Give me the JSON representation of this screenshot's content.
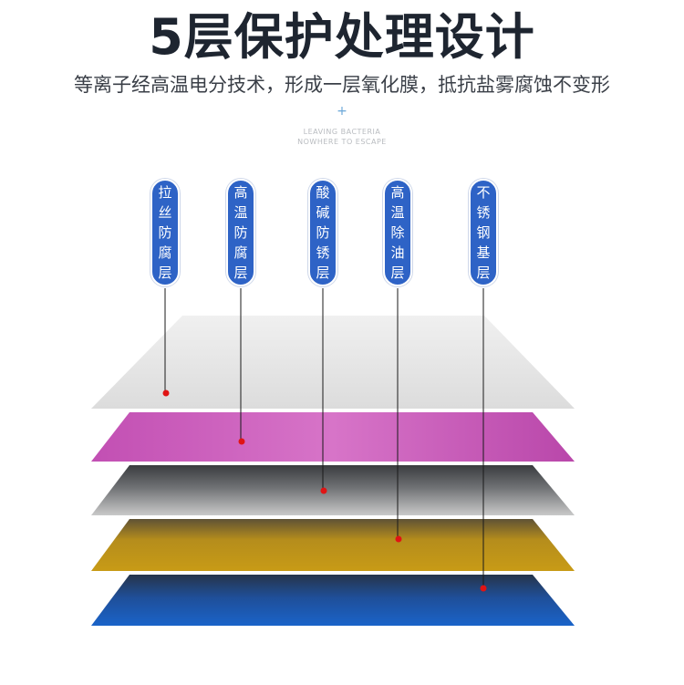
{
  "header": {
    "title": "5层保护处理设计",
    "subtitle": "等离子经高温电分技术，形成一层氧化膜，抵抗盐雾腐蚀不变形",
    "plus": "+",
    "tagline_line1": "LEAVING BACTERIA",
    "tagline_line2": "NOWHERE TO ESCAPE"
  },
  "labels": [
    {
      "chars": [
        "拉",
        "丝",
        "防",
        "腐",
        "层"
      ],
      "layer_color": "#e4e4e4"
    },
    {
      "chars": [
        "高",
        "温",
        "防",
        "腐",
        "层"
      ],
      "layer_color": "#c55bb6"
    },
    {
      "chars": [
        "酸",
        "碱",
        "防",
        "锈",
        "层"
      ],
      "layer_color": "#4d4f52"
    },
    {
      "chars": [
        "高",
        "温",
        "除",
        "油",
        "层"
      ],
      "layer_color": "#b88f1d"
    },
    {
      "chars": [
        "不",
        "锈",
        "钢",
        "基",
        "层"
      ],
      "layer_color": "#1f5db8"
    }
  ],
  "colors": {
    "pill": "#2e63c6",
    "dot": "#e01414",
    "title": "#1e2530"
  }
}
